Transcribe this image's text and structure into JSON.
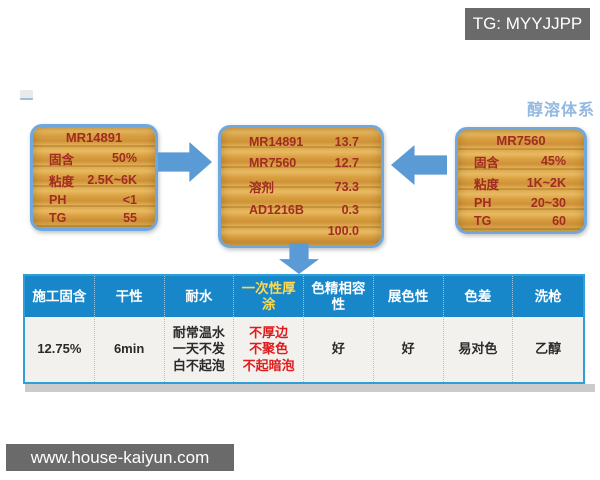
{
  "page": {
    "tg_label": "TG: MYYJJPP",
    "system_label": "醇溶体系",
    "footer_url": "www.house-kaiyun.com"
  },
  "boxes": {
    "left": {
      "title": "MR14891",
      "rows": [
        {
          "label": "固含",
          "value": "50%"
        },
        {
          "label": "粘度",
          "value": "2.5K~6K"
        },
        {
          "label": "PH",
          "value": "<1"
        },
        {
          "label": "TG",
          "value": "55"
        }
      ]
    },
    "middle": {
      "rows": [
        {
          "label": "MR14891",
          "value": "13.7"
        },
        {
          "label": "MR7560",
          "value": "12.7"
        },
        {
          "label": "溶剂",
          "value": "73.3"
        },
        {
          "label": "AD1216B",
          "value": "0.3"
        },
        {
          "label": "",
          "value": "100.0"
        }
      ]
    },
    "right": {
      "title": "MR7560",
      "rows": [
        {
          "label": "固含",
          "value": "45%"
        },
        {
          "label": "粘度",
          "value": "1K~2K"
        },
        {
          "label": "PH",
          "value": "20~30"
        },
        {
          "label": "TG",
          "value": "60"
        }
      ]
    }
  },
  "table": {
    "headers": [
      "施工固含",
      "干性",
      "耐水",
      "一次性厚\n涂",
      "色精相容\n性",
      "展色性",
      "色差",
      "洗枪"
    ],
    "cells": [
      "12.75%",
      "6min",
      "耐常温水\n一天不发\n白不起泡",
      "不厚边\n不聚色\n不起暗泡",
      "好",
      "好",
      "易对色",
      "乙醇"
    ]
  },
  "colors": {
    "header_blue": "#1787c9",
    "arrow_blue": "#5b9bd5",
    "wood_text_red": "#a22b22",
    "alert_red": "#e11b1b",
    "highlight_yellow": "#ffd84d",
    "gray_box": "#6a6a6a",
    "system_label_blue": "#93b9e0"
  }
}
